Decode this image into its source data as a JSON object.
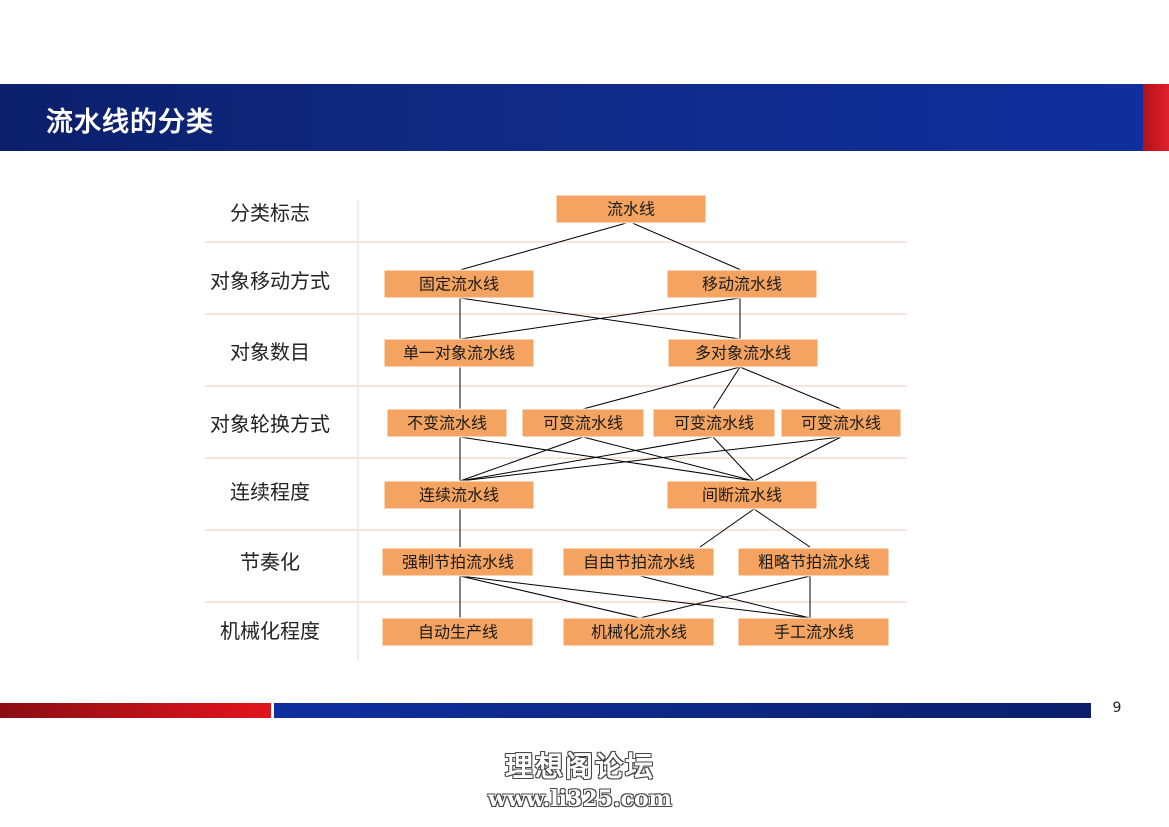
{
  "slide": {
    "title": "流水线的分类",
    "page_number": "9"
  },
  "row_labels": [
    "分类标志",
    "对象移动方式",
    "对象数目",
    "对象轮换方式",
    "连续程度",
    "节奏化",
    "机械化程度"
  ],
  "nodes": {
    "root": "流水线",
    "fixed": "固定流水线",
    "moving": "移动流水线",
    "single": "单一对象流水线",
    "multi": "多对象流水线",
    "invariant": "不变流水线",
    "variable1": "可变流水线",
    "variable2": "可变流水线",
    "variable3": "可变流水线",
    "continuous": "连续流水线",
    "intermittent": "间断流水线",
    "forced": "强制节拍流水线",
    "free": "自由节拍流水线",
    "rough": "粗略节拍流水线",
    "auto": "自动生产线",
    "mech": "机械化流水线",
    "manual": "手工流水线"
  },
  "watermark": {
    "name": "理想阁论坛",
    "url": "www.li325.com"
  }
}
